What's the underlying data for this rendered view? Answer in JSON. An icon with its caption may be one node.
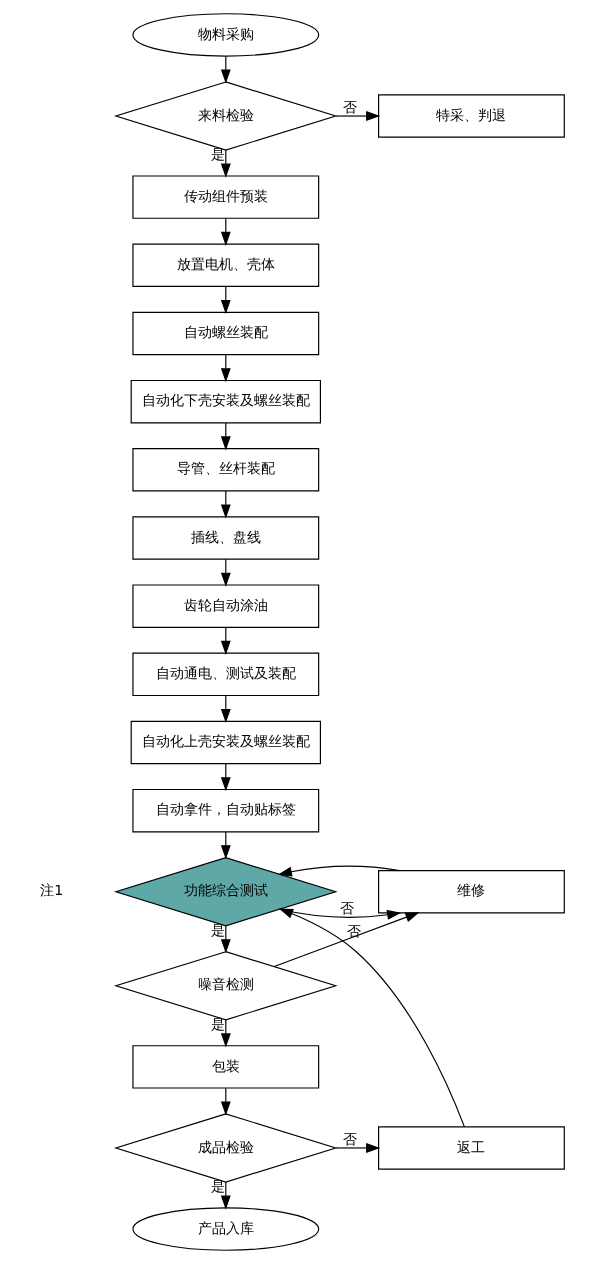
{
  "diagram": {
    "nodes": [
      {
        "text": [
          "物料采购"
        ]
      },
      {
        "text": [
          "来料检验"
        ]
      },
      {
        "text": [
          "特采、判退"
        ]
      },
      {
        "text": [
          "传动组件预装"
        ]
      },
      {
        "text": [
          "放置电机、壳体"
        ]
      },
      {
        "text": [
          "自动螺丝装配"
        ]
      },
      {
        "text": [
          "自动化下壳安装及螺丝装配"
        ]
      },
      {
        "text": [
          "导管、丝杆装配"
        ]
      },
      {
        "text": [
          "插线、盘线"
        ]
      },
      {
        "text": [
          "齿轮自动涂油"
        ]
      },
      {
        "text": [
          "自动通电、测试及装配"
        ]
      },
      {
        "text": [
          "自动化上壳安装及螺丝装配"
        ]
      },
      {
        "text": [
          "自动拿件，自动贴标签"
        ]
      },
      {
        "text": [
          "功能综合测试"
        ],
        "beside": [
          "注1"
        ]
      },
      {
        "text": [
          "维修"
        ]
      },
      {
        "text": [
          "噪音检测"
        ]
      },
      {
        "text": [
          "包装"
        ]
      },
      {
        "text": [
          "成品检验"
        ]
      },
      {
        "text": [
          "返工"
        ]
      },
      {
        "text": [
          "产品入库"
        ]
      }
    ],
    "edges": [
      {
        "from": 0,
        "to": 1,
        "arrow": "to"
      },
      {
        "from": 1,
        "to": 2,
        "arrow": "to",
        "label": "否"
      },
      {
        "from": 1,
        "to": 3,
        "arrow": "to",
        "label": "是"
      },
      {
        "from": 3,
        "to": 4,
        "arrow": "to"
      },
      {
        "from": 4,
        "to": 5,
        "arrow": "to"
      },
      {
        "from": 5,
        "to": 6,
        "arrow": "to"
      },
      {
        "from": 6,
        "to": 7,
        "arrow": "to"
      },
      {
        "from": 7,
        "to": 8,
        "arrow": "to"
      },
      {
        "from": 8,
        "to": 9,
        "arrow": "to"
      },
      {
        "from": 9,
        "to": 10,
        "arrow": "to"
      },
      {
        "from": 10,
        "to": 11,
        "arrow": "to"
      },
      {
        "from": 11,
        "to": 12,
        "arrow": "to"
      },
      {
        "from": 12,
        "to": 13,
        "arrow": "to"
      },
      {
        "from": 13,
        "to": 14,
        "arrow": "to",
        "label": "否"
      },
      {
        "from": 13,
        "to": 15,
        "arrow": "to",
        "label": "是"
      },
      {
        "from": 15,
        "to": 14,
        "arrow": "to",
        "label": "否"
      },
      {
        "from": 15,
        "to": 16,
        "arrow": "to",
        "label": "是"
      },
      {
        "from": 16,
        "to": 17,
        "arrow": "to"
      },
      {
        "from": 17,
        "to": 18,
        "arrow": "to",
        "label": "否"
      },
      {
        "from": 17,
        "to": 19,
        "arrow": "to",
        "label": "是"
      },
      {
        "from": 14,
        "to": 13,
        "arrow": "to"
      },
      {
        "from": 18,
        "to": 13,
        "arrow": "to"
      }
    ]
  }
}
